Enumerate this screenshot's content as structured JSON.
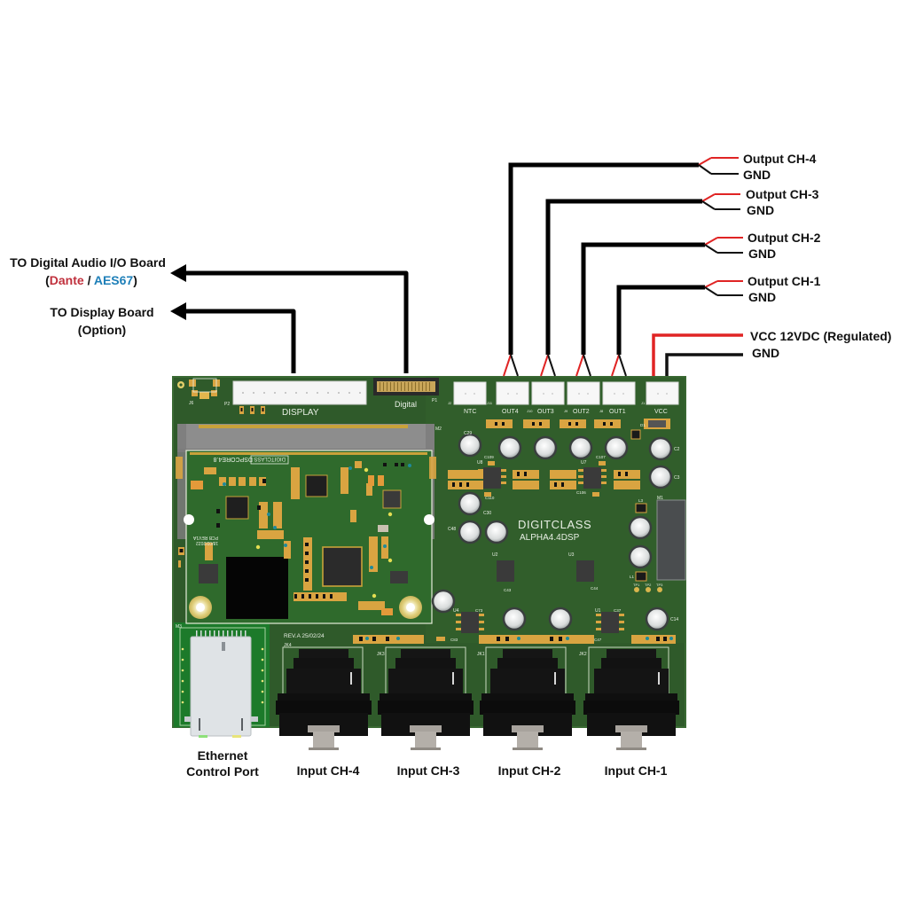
{
  "left_labels": {
    "digital_io": {
      "line1": "TO Digital Audio I/O Board",
      "open": "(",
      "dante": "Dante",
      "sep": " / ",
      "aes67": "AES67",
      "close": ")"
    },
    "display": {
      "line1": "TO Display Board",
      "line2": "(Option)"
    }
  },
  "right_labels": {
    "out4": {
      "signal": "Output CH-4",
      "gnd": "GND"
    },
    "out3": {
      "signal": "Output CH-3",
      "gnd": "GND"
    },
    "out2": {
      "signal": "Output CH-2",
      "gnd": "GND"
    },
    "out1": {
      "signal": "Output CH-1",
      "gnd": "GND"
    },
    "vcc": {
      "signal": "VCC 12VDC (Regulated)",
      "gnd": "GND"
    }
  },
  "bottom_labels": {
    "ethernet": {
      "line1": "Ethernet",
      "line2": "Control Port"
    },
    "inputs": [
      "Input CH-4",
      "Input CH-3",
      "Input CH-2",
      "Input CH-1"
    ]
  },
  "board": {
    "brand": "DIGITCLASS",
    "model": "ALPHA4.4DSP",
    "revision": "REV.A  25/02/24",
    "module_name": "DSPCORE4.8",
    "module_brand": "DIGITCLASS",
    "module_pcb": "PCB REV1A",
    "module_date": "18/02/2022",
    "connectors": {
      "display": "DISPLAY",
      "digital": "Digital",
      "ntc": "NTC",
      "out4": "OUT4",
      "out3": "OUT3",
      "out2": "OUT2",
      "out1": "OUT1",
      "vcc": "VCC"
    },
    "refs": {
      "j6": "J6",
      "p2": "P2",
      "p1": "P1",
      "m2": "M2",
      "m3": "M3",
      "m1": "M1",
      "j2": "J2",
      "j11": "J11",
      "j10": "J10",
      "j9": "J9",
      "j8": "J8",
      "j1": "J1",
      "jk4": "JK4",
      "jk3": "JK3",
      "jk1": "JK1",
      "jk2": "JK2",
      "c29": "C29",
      "c30": "C30",
      "c48": "C48",
      "c2": "C2",
      "c3": "C3",
      "c14": "C14",
      "u8": "U8",
      "u7": "U7",
      "u2": "U2",
      "u3": "U3",
      "u4": "U4",
      "u1": "U1",
      "l1": "L1",
      "l3": "L3",
      "d1": "D1",
      "tp1": "TP1",
      "tp2": "TP2",
      "tp3": "TP3",
      "c109": "C109",
      "c110": "C110",
      "c107": "C107",
      "c106": "C106",
      "c73": "C73",
      "c83": "C83",
      "c37": "C37",
      "c47": "C47",
      "c43": "C43",
      "c44": "C44"
    }
  },
  "colors": {
    "pcb": "#2f5a2a",
    "pcb_edge": "#3b6b34",
    "wire_signal": "#e02424",
    "wire_gnd": "#111111",
    "connector": "#f4f4f4",
    "pad": "#d9a441",
    "dante": "#c0313d",
    "aes67": "#1e7fb8"
  }
}
